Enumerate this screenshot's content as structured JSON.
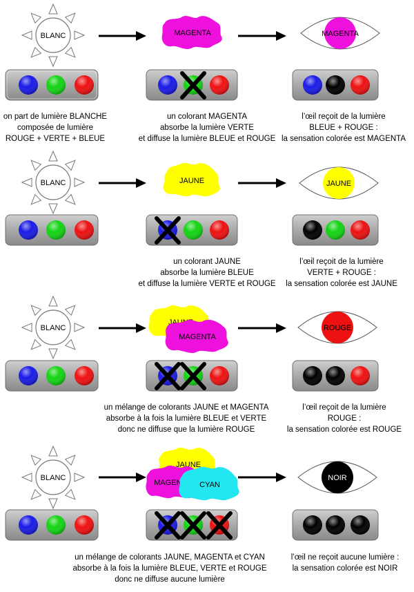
{
  "colors": {
    "blue": "#1a1ae6",
    "green": "#14d414",
    "red": "#ee1111",
    "black": "#000000",
    "magenta": "#ee11dd",
    "yellow": "#ffff00",
    "cyan": "#22e6f0",
    "panel": "#a9a9a9"
  },
  "rows": [
    {
      "source": "BLANC",
      "dye": {
        "type": "single",
        "labels": [
          "MAGENTA"
        ]
      },
      "eye": "MAGENTA",
      "caption_left": [
        "on part de lumière BLANCHE",
        "composée de lumière",
        "ROUGE + VERTE + BLEUE"
      ],
      "caption_mid": [
        "un colorant MAGENTA",
        "absorbe la lumière VERTE",
        "et diffuse la lumière BLEUE et ROUGE"
      ],
      "caption_right": [
        "l’œil reçoit de la lumière",
        "BLEUE + ROUGE :",
        "la sensation colorée est MAGENTA"
      ]
    },
    {
      "source": "BLANC",
      "dye": {
        "type": "single",
        "labels": [
          "JAUNE"
        ]
      },
      "eye": "JAUNE",
      "caption_mid": [
        "un colorant JAUNE",
        "absorbe la lumière BLEUE",
        "et diffuse la lumière VERTE et ROUGE"
      ],
      "caption_right": [
        "l’œil reçoit de la lumière",
        "VERTE + ROUGE :",
        "la sensation colorée est JAUNE"
      ]
    },
    {
      "source": "BLANC",
      "dye": {
        "type": "double",
        "labels": [
          "JAUNE",
          "MAGENTA"
        ]
      },
      "eye": "ROUGE",
      "caption_mid": [
        "un mélange de colorants JAUNE et MAGENTA",
        "absorbe à la fois la lumière BLEUE et VERTE",
        "donc ne diffuse que la lumière ROUGE"
      ],
      "caption_right": [
        "l’œil reçoit de la lumière",
        "ROUGE :",
        "la sensation colorée est ROUGE"
      ]
    },
    {
      "source": "BLANC",
      "dye": {
        "type": "triple",
        "labels": [
          "JAUNE",
          "MAGENTA",
          "CYAN"
        ]
      },
      "eye": "NOIR",
      "caption_mid": [
        "un mélange de colorants JAUNE, MAGENTA et CYAN",
        "absorbe à la fois la lumière BLEUE, VERTE et ROUGE",
        "donc ne diffuse aucune lumière"
      ],
      "caption_right": [
        "l’œil ne reçoit aucune lumière :",
        "la sensation colorée est NOIR"
      ]
    }
  ]
}
